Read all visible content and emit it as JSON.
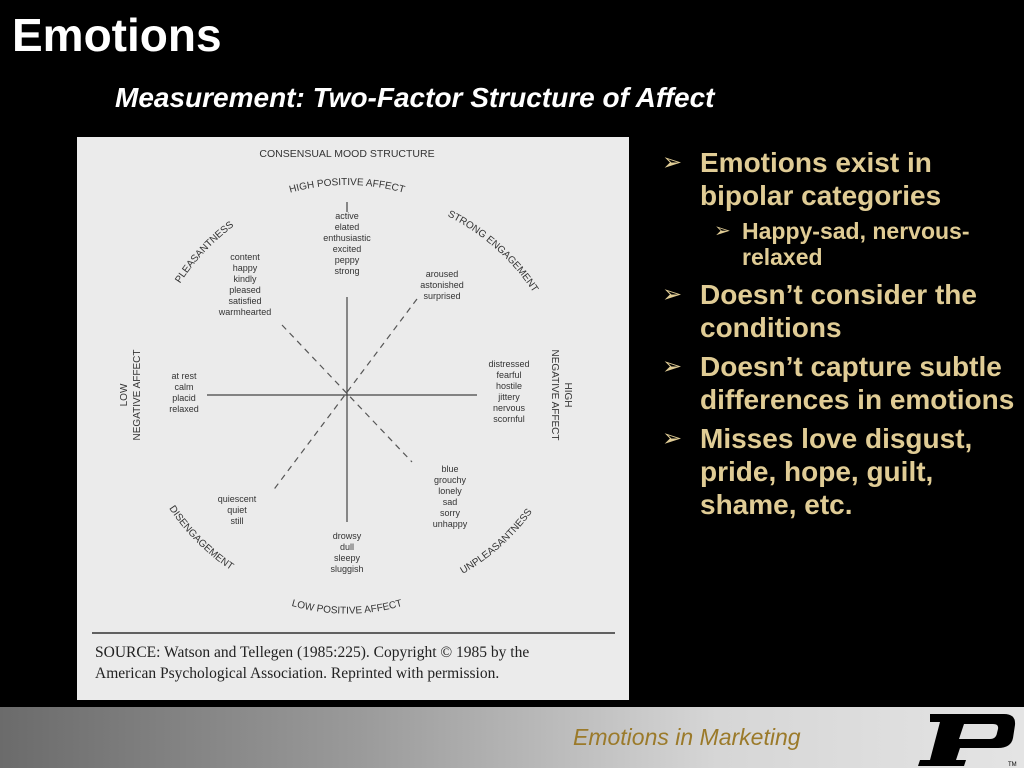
{
  "title": "Emotions",
  "subtitle": "Measurement: Two-Factor Structure of Affect",
  "diagram": {
    "heading": "CONSENSUAL MOOD STRUCTURE",
    "axes": {
      "top": "HIGH POSITIVE AFFECT",
      "bottom": "LOW POSITIVE AFFECT",
      "upper_right": "STRONG ENGAGEMENT",
      "lower_left": "DISENGAGEMENT",
      "upper_left": "PLEASANTNESS",
      "lower_right": "UNPLEASANTNESS",
      "left_line1": "LOW",
      "left_line2": "NEGATIVE AFFECT",
      "right_line1": "HIGH",
      "right_line2": "NEGATIVE AFFECT"
    },
    "words": {
      "top": [
        "active",
        "elated",
        "enthusiastic",
        "excited",
        "peppy",
        "strong"
      ],
      "upper_right": [
        "aroused",
        "astonished",
        "surprised"
      ],
      "right": [
        "distressed",
        "fearful",
        "hostile",
        "jittery",
        "nervous",
        "scornful"
      ],
      "lower_right": [
        "blue",
        "grouchy",
        "lonely",
        "sad",
        "sorry",
        "unhappy"
      ],
      "bottom": [
        "drowsy",
        "dull",
        "sleepy",
        "sluggish"
      ],
      "lower_left": [
        "quiescent",
        "quiet",
        "still"
      ],
      "left": [
        "at rest",
        "calm",
        "placid",
        "relaxed"
      ],
      "upper_left": [
        "content",
        "happy",
        "kindly",
        "pleased",
        "satisfied",
        "warmhearted"
      ]
    },
    "source_line1": "SOURCE: Watson and Tellegen (1985:225). Copyright © 1985 by the",
    "source_line2": "American Psychological Association. Reprinted with permission."
  },
  "bullets": [
    {
      "text": "Emotions exist in bipolar categories",
      "level": 1
    },
    {
      "text": "Happy-sad, nervous-relaxed",
      "level": 2
    },
    {
      "text": "Doesn’t consider the conditions",
      "level": 1
    },
    {
      "text": "Doesn’t capture subtle differences in emotions",
      "level": 1
    },
    {
      "text": "Misses love disgust, pride, hope, guilt, shame, etc.",
      "level": 1
    }
  ],
  "bullet_marker": "➢",
  "footer": {
    "text": "Emotions in Marketing",
    "logo_letter": "P",
    "logo_tm": "TM"
  },
  "colors": {
    "bullet_text": "#e0cc95",
    "footer_text": "#9b7a2a",
    "logo": "#000000"
  }
}
